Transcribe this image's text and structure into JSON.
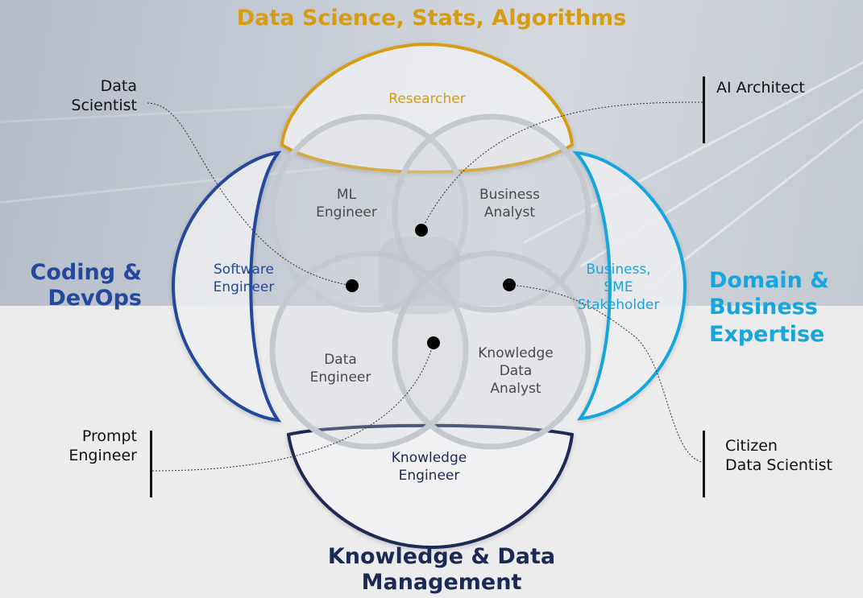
{
  "headings": {
    "top": "Data Science, Stats, Algorithms",
    "left_line1": "Coding  &",
    "left_line2": "DevOps",
    "right_line1": "Domain &",
    "right_line2": "Business",
    "right_line3": "Expertise",
    "bottom_line1": "Knowledge & Data",
    "bottom_line2": "Management"
  },
  "roles": {
    "researcher": "Researcher",
    "ml_engineer_1": "ML",
    "ml_engineer_2": "Engineer",
    "business_analyst_1": "Business",
    "business_analyst_2": "Analyst",
    "software_engineer_1": "Software",
    "software_engineer_2": "Engineer",
    "sme_1": "Business,",
    "sme_2": "SME",
    "sme_3": "Stakeholder",
    "data_engineer_1": "Data",
    "data_engineer_2": "Engineer",
    "kda_1": "Knowledge",
    "kda_2": "Data",
    "kda_3": "Analyst",
    "knowledge_engineer_1": "Knowledge",
    "knowledge_engineer_2": "Engineer"
  },
  "callouts": {
    "data_scientist_1": "Data",
    "data_scientist_2": "Scientist",
    "ai_architect": "AI Architect",
    "prompt_engineer_1": "Prompt",
    "prompt_engineer_2": "Engineer",
    "citizen_1": "Citizen",
    "citizen_2": "Data Scientist"
  },
  "colors": {
    "gold": "#d79d12",
    "blue": "#22499c",
    "cyan": "#16a6dd",
    "navy": "#1b2a55",
    "gray_ring": "#bfc3ca"
  }
}
